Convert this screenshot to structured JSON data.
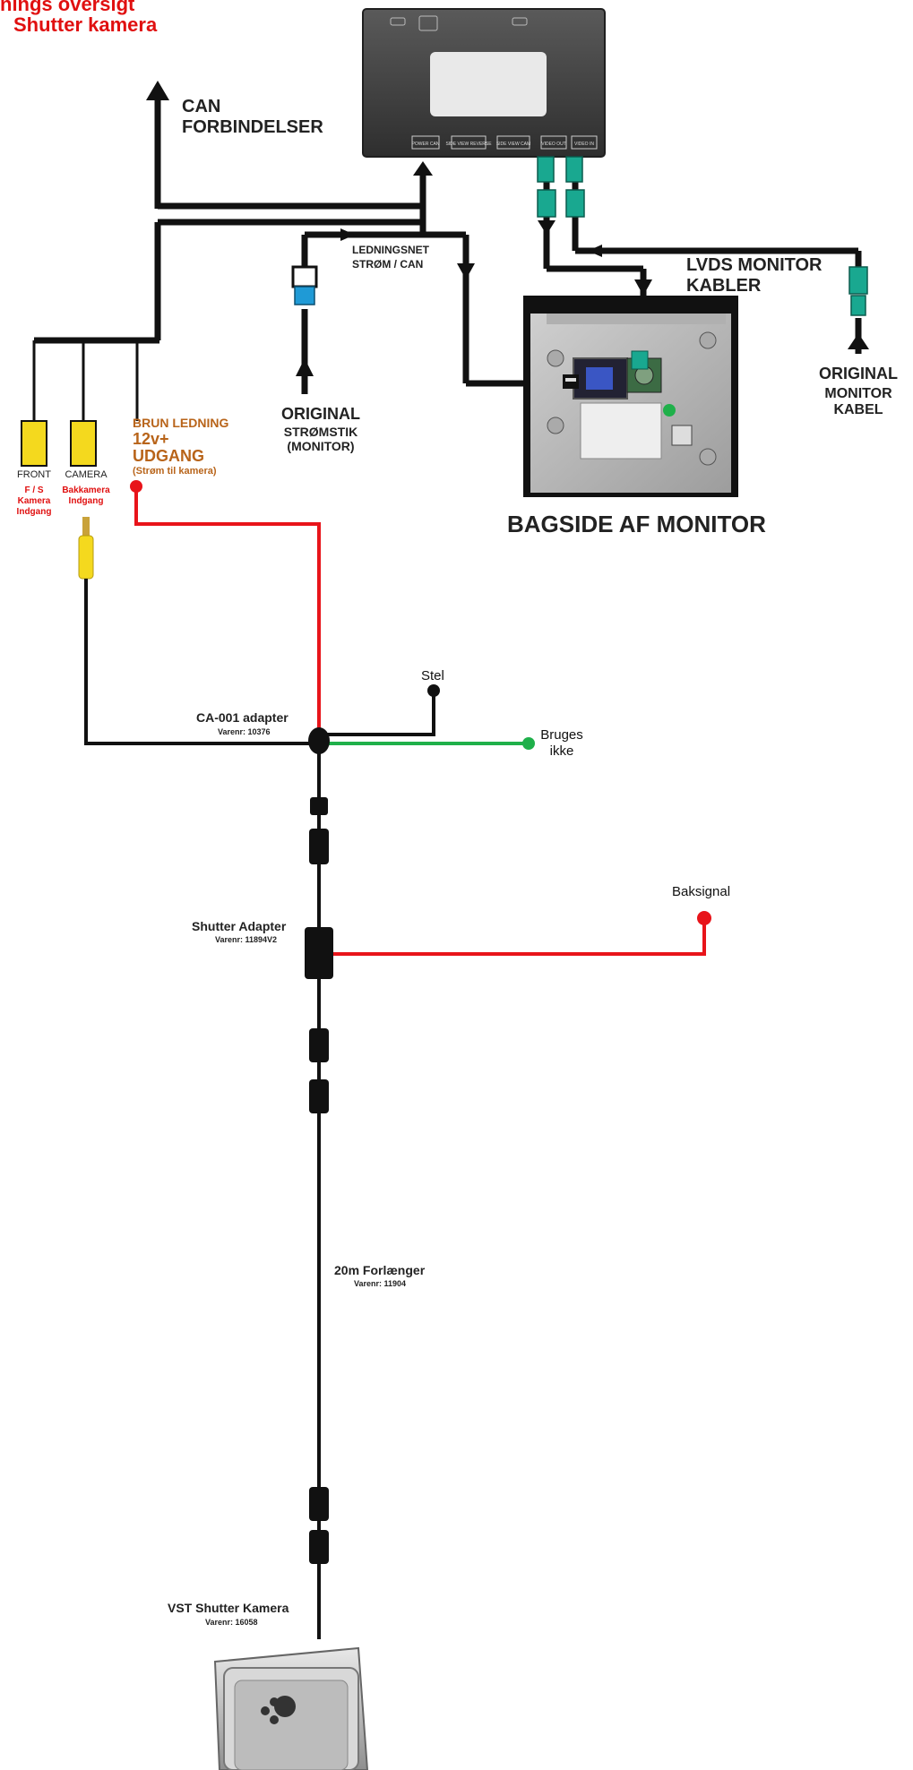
{
  "title": {
    "line1": "nings oversigt",
    "line2": "Shutter kamera"
  },
  "labels": {
    "can": "CAN",
    "forbindelser": "FORBINDELSER",
    "ledningsnet": "LEDNINGSNET",
    "strom_can": "STRØM / CAN",
    "lvds1": "LVDS MONITOR",
    "lvds2": "KABLER",
    "orig_monitor1": "ORIGINAL",
    "orig_monitor2": "MONITOR",
    "orig_monitor3": "KABEL",
    "orig_strom1": "ORIGINAL",
    "orig_strom2": "STRØMSTIK",
    "orig_strom3": "(MONITOR)",
    "brun1": "BRUN LEDNING",
    "brun2": "12v+",
    "brun3": "UDGANG",
    "brun4": "(Strøm til kamera)",
    "front": "FRONT",
    "camera": "CAMERA",
    "front_sub1": "F / S",
    "front_sub2": "Kamera",
    "front_sub3": "Indgang",
    "cam_sub1": "Bakkamera",
    "cam_sub2": "Indgang",
    "bagside": "BAGSIDE AF MONITOR",
    "stel": "Stel",
    "bruges1": "Bruges",
    "bruges2": "ikke",
    "ca001": "CA-001 adapter",
    "ca001_nr": "Varenr: 10376",
    "baksignal": "Baksignal",
    "shutter": "Shutter Adapter",
    "shutter_nr": "Varenr: 11894V2",
    "forlaenger": "20m Forlænger",
    "forlaenger_nr": "Varenr: 11904",
    "vst": "VST Shutter Kamera",
    "vst_nr": "Varenr: 16058"
  },
  "module_buttons": [
    "POWER CAN",
    "SIDE VIEW REVERSE",
    "SIDE VIEW CAM",
    "VIDEO OUT",
    "VIDEO IN"
  ],
  "colors": {
    "power_wire": "#e8141a",
    "ground_wire": "#111111",
    "unused_wire": "#1fb04a",
    "rca": "#f4d91e",
    "lvds_plug": "#19a890"
  }
}
